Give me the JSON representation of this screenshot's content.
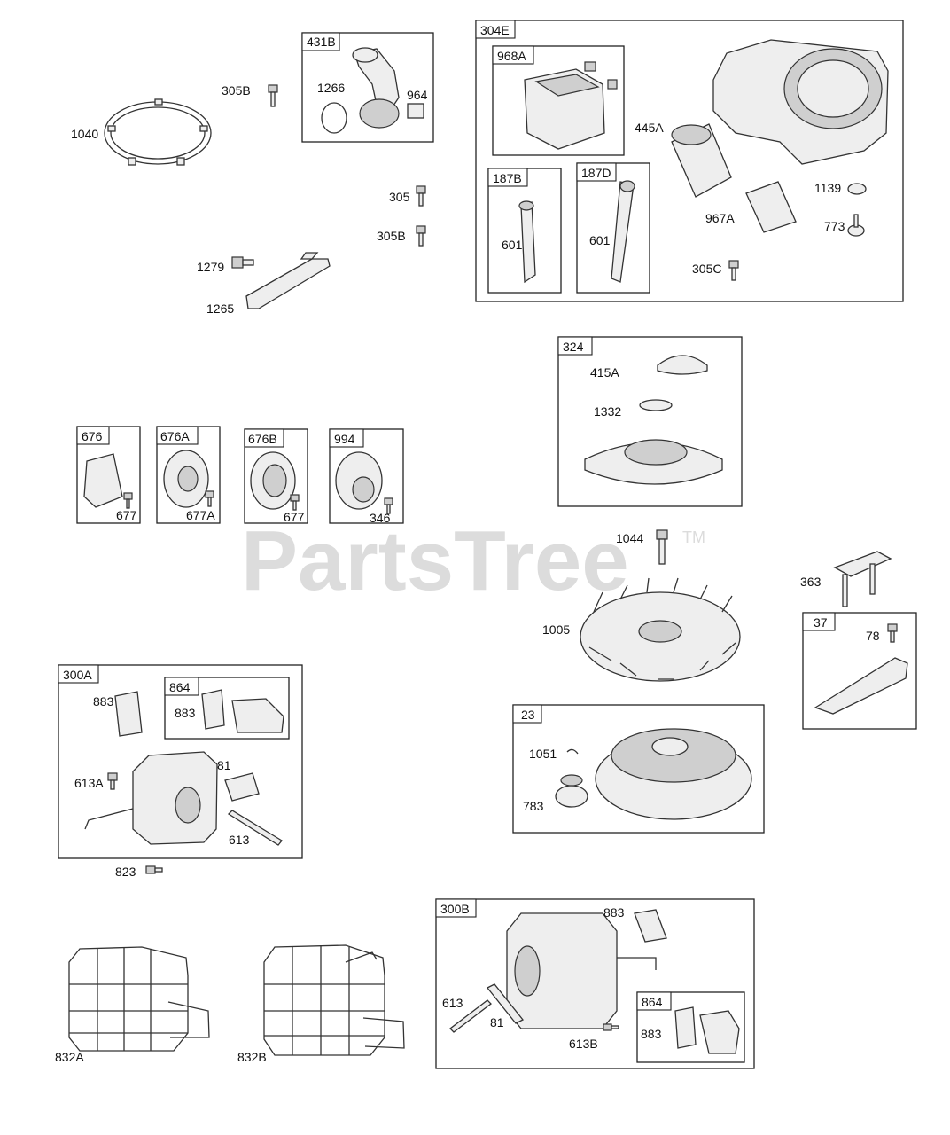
{
  "watermark": {
    "text": "PartsTree",
    "trademark": "TM"
  },
  "boxes": {
    "b431B": "431B",
    "b304E": "304E",
    "b968A": "968A",
    "b187B": "187B",
    "b187D": "187D",
    "b324": "324",
    "b676": "676",
    "b676A": "676A",
    "b676B": "676B",
    "b994": "994",
    "b37": "37",
    "b300A": "300A",
    "b864a": "864",
    "b23": "23",
    "b300B": "300B",
    "b864b": "864"
  },
  "labels": {
    "p305B_a": "305B",
    "p1040": "1040",
    "p1266": "1266",
    "p964": "964",
    "p305_a": "305",
    "p305B_b": "305B",
    "p1279": "1279",
    "p1265": "1265",
    "p445A": "445A",
    "p601_a": "601",
    "p601_b": "601",
    "p1139": "1139",
    "p967A": "967A",
    "p773": "773",
    "p305C": "305C",
    "p415A": "415A",
    "p1332": "1332",
    "p677_a": "677",
    "p677A": "677A",
    "p677_b": "677",
    "p346": "346",
    "p1044": "1044",
    "p1005": "1005",
    "p363": "363",
    "p78": "78",
    "p883_a": "883",
    "p883_b": "883",
    "p613A": "613A",
    "p81_a": "81",
    "p613_a": "613",
    "p823": "823",
    "p1051": "1051",
    "p783": "783",
    "p883_c": "883",
    "p613_b": "613",
    "p81_b": "81",
    "p613B": "613B",
    "p883_d": "883",
    "p832A": "832A",
    "p832B": "832B"
  }
}
